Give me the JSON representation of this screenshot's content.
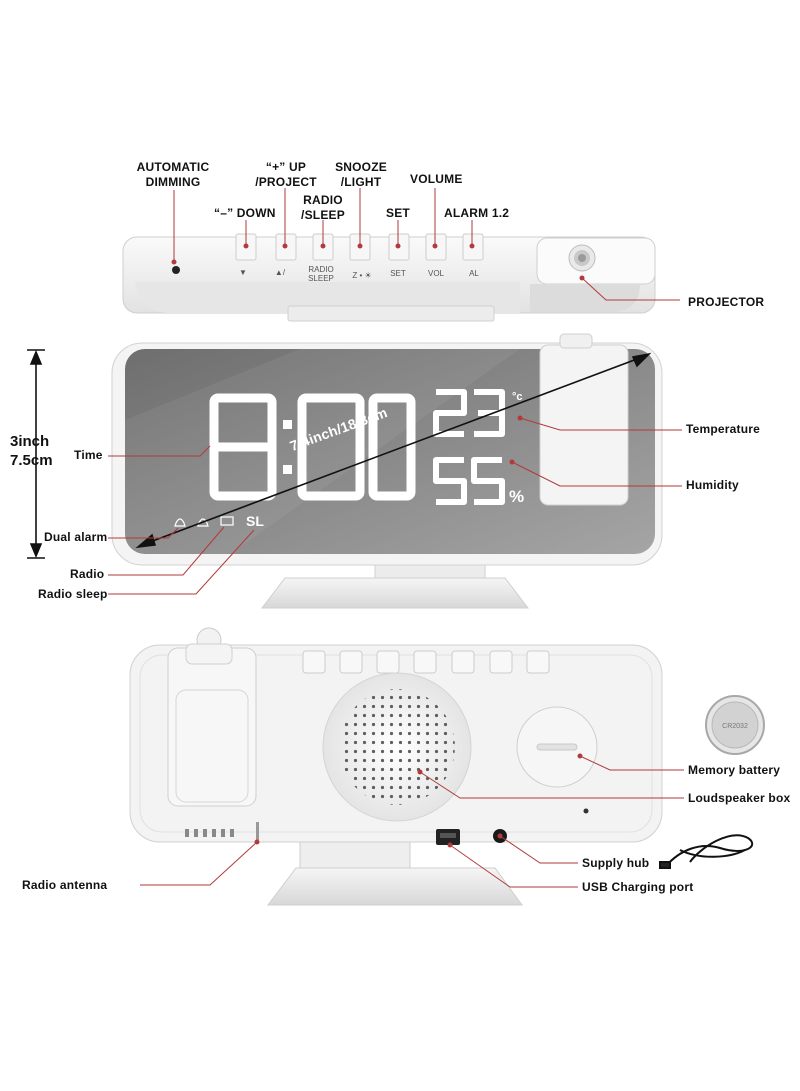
{
  "top_view": {
    "labels": {
      "automatic_dimming": "AUTOMATIC\nDIMMING",
      "minus_down": "“–” DOWN",
      "plus_up_project": "“+” UP\n/PROJECT",
      "radio_sleep": "RADIO\n/SLEEP",
      "snooze_light": "SNOOZE\n/LIGHT",
      "set": "SET",
      "volume": "VOLUME",
      "alarm": "ALARM 1.2",
      "projector": "PROJECTOR"
    },
    "button_prints": {
      "down": "▼",
      "up": "▲/",
      "radio": "RADIO",
      "sleep": "SLEEP",
      "snooze": "Z • ☀",
      "set": "SET",
      "vol": "VOL",
      "al": "AL"
    }
  },
  "front_view": {
    "height_label": "3inch\n7.5cm",
    "diagonal_label": "7.4inch/18.8cm",
    "display": {
      "time": "8:00",
      "temperature": "23",
      "temperature_unit": "°c",
      "humidity": "55",
      "humidity_unit": "%",
      "sleep_indicator": "SL"
    },
    "labels": {
      "time": "Time",
      "temperature": "Temperature",
      "humidity": "Humidity",
      "dual_alarm": "Dual alarm",
      "radio": "Radio",
      "radio_sleep": "Radio sleep"
    }
  },
  "back_view": {
    "labels": {
      "memory_battery": "Memory battery",
      "loudspeaker_box": "Loudspeaker box",
      "supply_hub": "Supply hub",
      "usb_charging_port": "USB Charging port",
      "radio_antenna": "Radio antenna"
    }
  },
  "colors": {
    "leader_line": "#b23a3a",
    "screen": "#8a8a8a",
    "body": "#f2f2f2"
  }
}
